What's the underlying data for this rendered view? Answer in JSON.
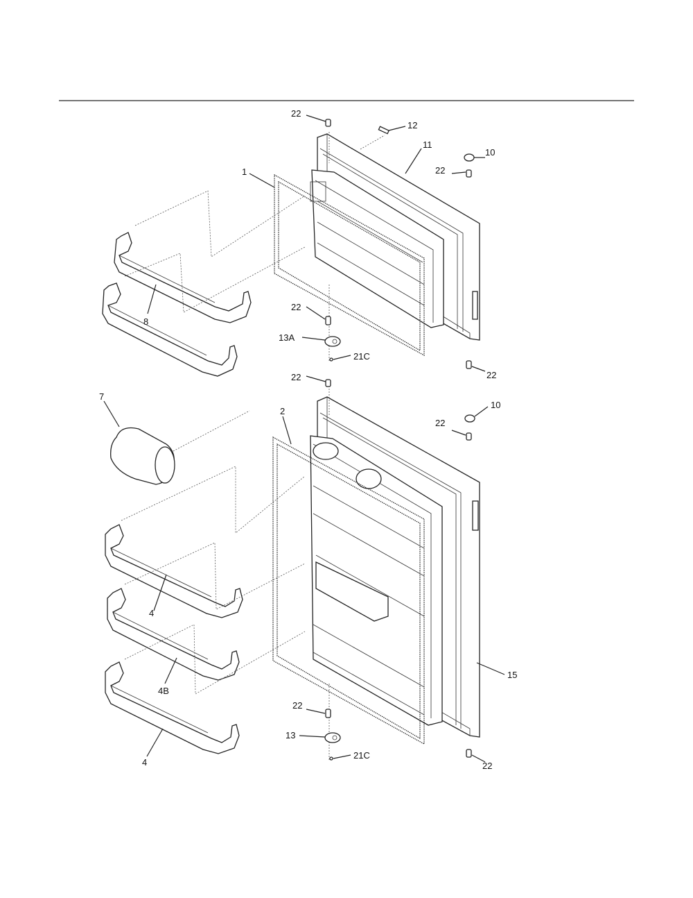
{
  "labels": {
    "top_door": {
      "c1": "22",
      "c2": "12",
      "c3": "11",
      "c4": "10",
      "c5": "22",
      "c6": "1",
      "c7": "8",
      "c8": "22",
      "c9": "13A",
      "c10": "21C",
      "c11": "22"
    },
    "bottom_door": {
      "c1": "22",
      "c2": "7",
      "c3": "2",
      "c4": "10",
      "c5": "22",
      "c6": "4",
      "c7": "4B",
      "c8": "4",
      "c9": "15",
      "c10": "22",
      "c11": "13",
      "c12": "21C",
      "c13": "22"
    }
  }
}
